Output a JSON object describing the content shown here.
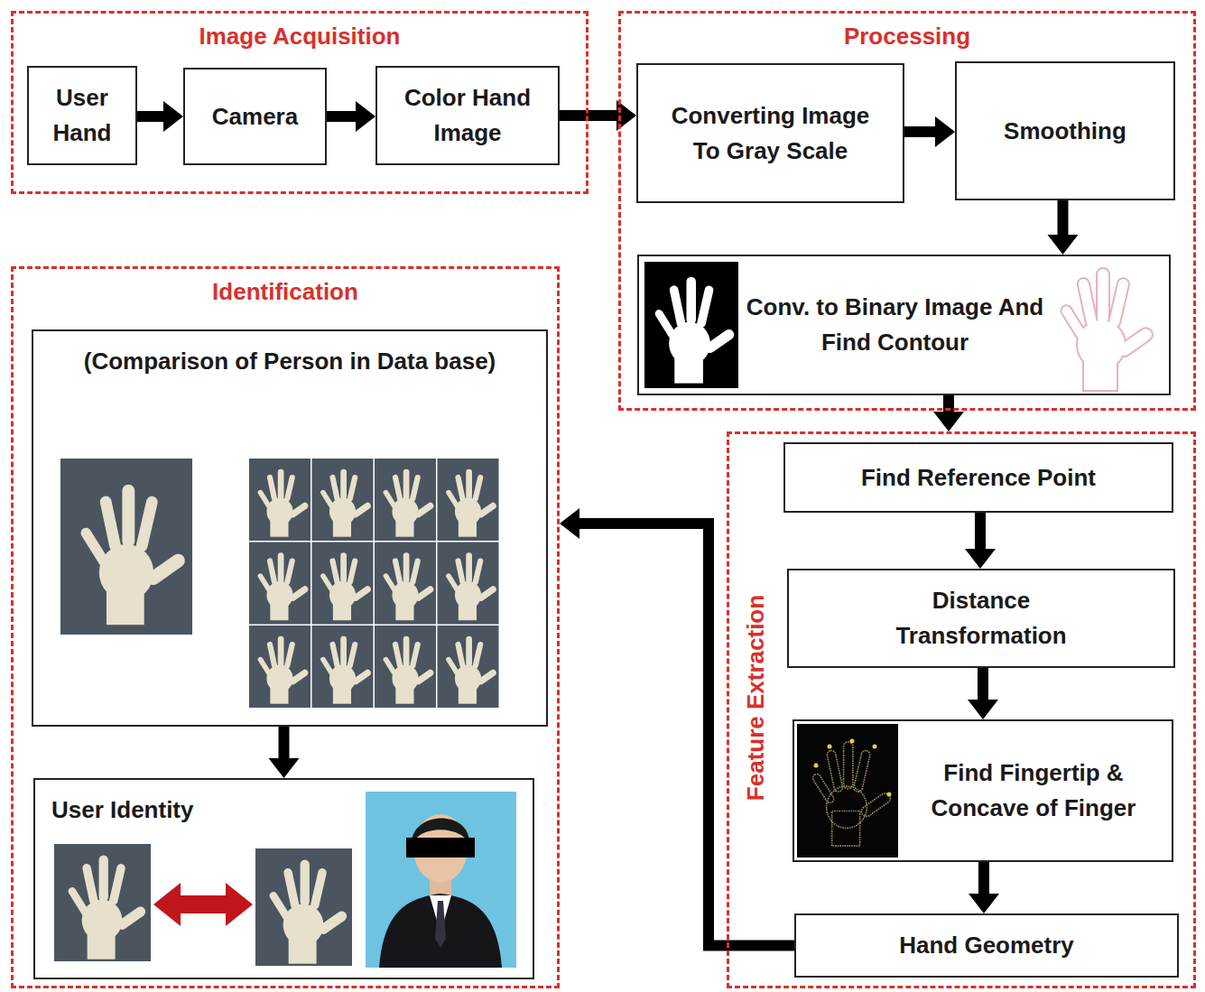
{
  "diagram": {
    "nodes": [
      {
        "text": [
          "Image Acquisition"
        ]
      },
      {
        "text": [
          "User Hand"
        ],
        "in": 0
      },
      {
        "text": [
          "Camera"
        ],
        "in": 0
      },
      {
        "text": [
          "Color Hand Image"
        ],
        "in": 0
      },
      {
        "text": [
          "Processing"
        ]
      },
      {
        "text": [
          "Converting Image To Gray Scale"
        ],
        "in": 4
      },
      {
        "text": [
          "Smoothing"
        ],
        "in": 4
      },
      {
        "text": [
          "Conv. to Binary Image And Find Contour"
        ],
        "in": 4
      },
      {
        "text": [
          "Feature Extraction"
        ]
      },
      {
        "text": [
          "Find Reference Point"
        ],
        "in": 8
      },
      {
        "text": [
          "Distance Transformation"
        ],
        "in": 8
      },
      {
        "text": [
          "Find Fingertip & Concave of Finger"
        ],
        "in": 8
      },
      {
        "text": [
          "Hand Geometry"
        ],
        "in": 8
      },
      {
        "text": [
          "Identification"
        ]
      },
      {
        "text": [
          "(Comparison of Person in Data base)"
        ],
        "in": 13
      },
      {
        "text": [
          "User Identity"
        ],
        "in": 13
      }
    ],
    "edges": [
      {
        "from": 1,
        "to": 2,
        "arrow": "to"
      },
      {
        "from": 2,
        "to": 3,
        "arrow": "to"
      },
      {
        "from": 3,
        "to": 5,
        "arrow": "to"
      },
      {
        "from": 5,
        "to": 6,
        "arrow": "to"
      },
      {
        "from": 6,
        "to": 7,
        "arrow": "to"
      },
      {
        "from": 7,
        "to": 8,
        "arrow": "to"
      },
      {
        "from": 9,
        "to": 10,
        "arrow": "to"
      },
      {
        "from": 10,
        "to": 11,
        "arrow": "to"
      },
      {
        "from": 11,
        "to": 12,
        "arrow": "to"
      },
      {
        "from": 12,
        "to": 13,
        "arrow": "to"
      },
      {
        "from": 14,
        "to": 15,
        "arrow": "to"
      }
    ]
  }
}
